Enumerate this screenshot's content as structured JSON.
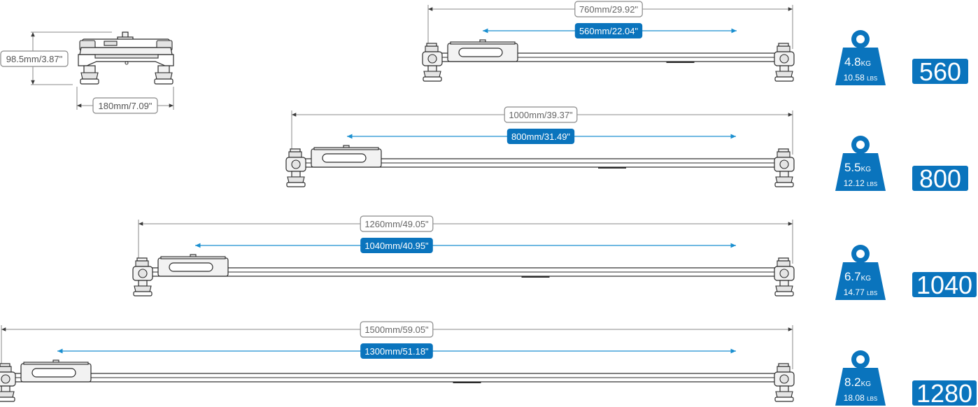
{
  "colors": {
    "accent": "#0a74bd",
    "slide_line": "#1a8fd0",
    "dimension": "#8a8a8a",
    "outline": "#2b2b2b"
  },
  "side_view": {
    "height_label": "98.5mm/3.87\"",
    "width_label": "180mm/7.09\""
  },
  "sliders": [
    {
      "total_label": "760mm/29.92\"",
      "travel_label": "560mm/22.04\"",
      "weight_kg": "4.8",
      "kg_unit": "KG",
      "weight_lbs": "10.58",
      "lbs_unit": "LBS",
      "model": "560"
    },
    {
      "total_label": "1000mm/39.37\"",
      "travel_label": "800mm/31.49\"",
      "weight_kg": "5.5",
      "kg_unit": "KG",
      "weight_lbs": "12.12",
      "lbs_unit": "LBS",
      "model": "800"
    },
    {
      "total_label": "1260mm/49.05\"",
      "travel_label": "1040mm/40.95\"",
      "weight_kg": "6.7",
      "kg_unit": "KG",
      "weight_lbs": "14.77",
      "lbs_unit": "LBS",
      "model": "1040"
    },
    {
      "total_label": "1500mm/59.05\"",
      "travel_label": "1300mm/51.18\"",
      "weight_kg": "8.2",
      "kg_unit": "KG",
      "weight_lbs": "18.08",
      "lbs_unit": "LBS",
      "model": "1280"
    }
  ]
}
